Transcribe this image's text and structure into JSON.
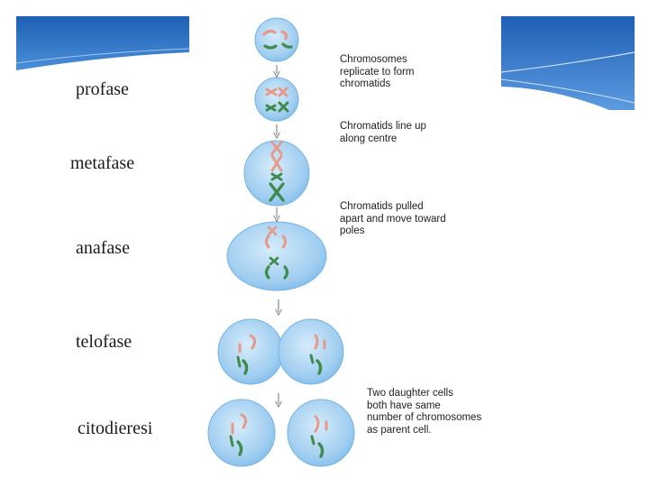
{
  "stage_labels": [
    "profase",
    "metafase",
    "anafase",
    "telofase",
    "citodieresi"
  ],
  "notes": [
    {
      "lines": [
        "Chromosomes",
        "replicate to form",
        "chromatids"
      ]
    },
    {
      "lines": [
        "Chromatids line up",
        "along centre"
      ]
    },
    {
      "lines": [
        "Chromatids pulled",
        "apart and move toward",
        "poles"
      ]
    },
    {
      "lines": [
        "Two daughter cells",
        "both have same",
        "number of chromosomes",
        "as parent cell."
      ]
    }
  ],
  "colors": {
    "banner": "#2c6fc4",
    "cell_fill": "#a9d3f2",
    "cell_edge": "#6fb0e6",
    "chromosome_red": "#e59a8a",
    "chromosome_green": "#3f8a4c",
    "arrow": "#8a8a8a"
  }
}
